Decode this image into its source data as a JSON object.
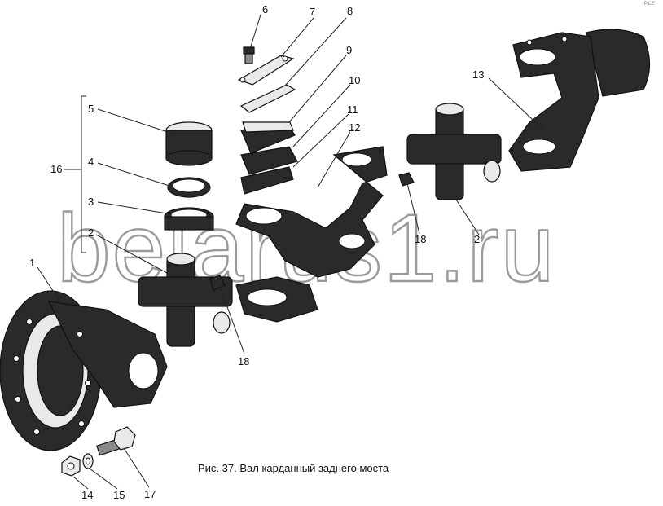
{
  "caption": "Рис. 37. Вал карданный заднего моста",
  "watermark": "belarus1.ru",
  "corner_mark": "P.CE",
  "part_numbers": {
    "p1": "1",
    "p2a": "2",
    "p2b": "2",
    "p3": "3",
    "p4": "4",
    "p5": "5",
    "p6": "6",
    "p7": "7",
    "p8": "8",
    "p9": "9",
    "p10": "10",
    "p11": "11",
    "p12": "12",
    "p13": "13",
    "p14": "14",
    "p15": "15",
    "p16": "16",
    "p17": "17",
    "p18a": "18",
    "p18b": "18"
  }
}
